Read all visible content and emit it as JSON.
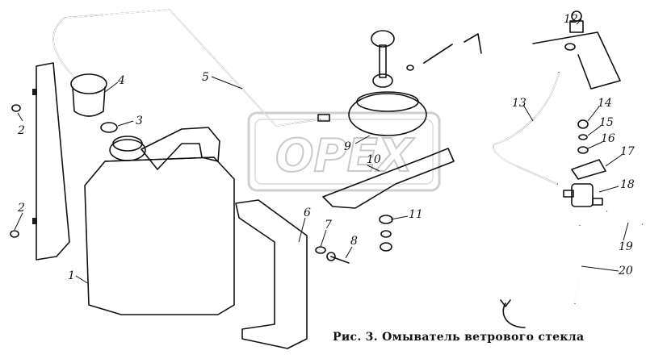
{
  "caption": "Рис. 3. Омыватель ветрового стекла",
  "watermark": "OPEX",
  "labels": [
    "1",
    "2",
    "2",
    "3",
    "4",
    "5",
    "6",
    "7",
    "8",
    "9",
    "10",
    "11",
    "12",
    "13",
    "14",
    "15",
    "16",
    "17",
    "18",
    "19",
    "20"
  ]
}
